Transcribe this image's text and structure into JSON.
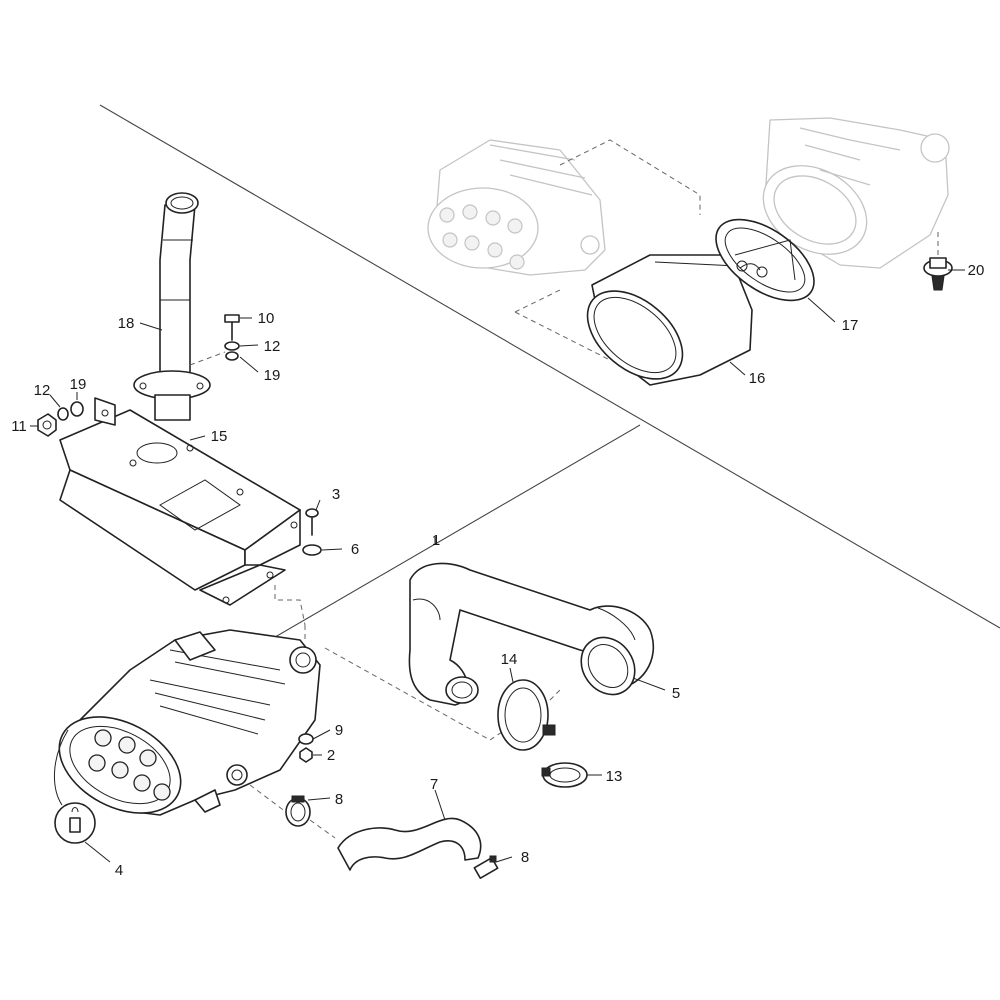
{
  "diagram": {
    "callouts": {
      "c1": "1",
      "c2": "2",
      "c3": "3",
      "c4": "4",
      "c5": "5",
      "c6": "6",
      "c7": "7",
      "c8a": "8",
      "c8b": "8",
      "c9": "9",
      "c10": "10",
      "c11": "11",
      "c12a": "12",
      "c12b": "12",
      "c13": "13",
      "c14": "14",
      "c15": "15",
      "c16": "16",
      "c17": "17",
      "c18": "18",
      "c19a": "19",
      "c19b": "19",
      "c20": "20"
    }
  }
}
